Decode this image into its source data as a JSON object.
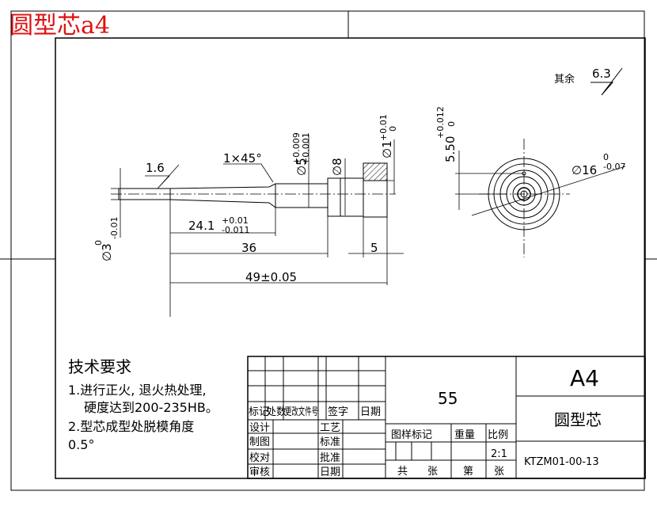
{
  "watermark_title": "圆型芯a4",
  "roughness_default": {
    "label": "其余",
    "value": "6.3"
  },
  "dimensions": {
    "roughness_shaft": "1.6",
    "chamfer": "1×45°",
    "dia_3": "∅3",
    "dia_3_tol_upper": "0",
    "dia_3_tol_lower": "-0.01",
    "dia_5": "∅5",
    "dia_5_tol_upper": "+0.009",
    "dia_5_tol_lower": "+0.001",
    "dia_8": "∅8",
    "dia_1": "∅1",
    "dia_1_tol_upper": "+0.01",
    "dia_1_tol_lower": "0",
    "len_24": "24.1",
    "len_24_tol_upper": "+0.01",
    "len_24_tol_lower": "-0.011",
    "len_36": "36",
    "len_5": "5",
    "len_49": "49±0.05",
    "offset_55": "5.50",
    "offset_55_tol_upper": "+0.012",
    "offset_55_tol_lower": "0",
    "dia_16": "∅16",
    "dia_16_tol_upper": "0",
    "dia_16_tol_lower": "-0.07"
  },
  "tech_requirements": {
    "heading": "技术要求",
    "line1": "1.进行正火, 退火热处理,",
    "line2": "硬度达到200-235HB。",
    "line3": "2.型芯成型处脱模角度",
    "line4": "0.5°"
  },
  "title_block": {
    "headers": [
      "标记",
      "处数",
      "更改文件号",
      "签字",
      "日期"
    ],
    "left_rows": [
      "设计",
      "制图",
      "校对",
      "审核"
    ],
    "mid_rows": [
      "工艺",
      "标准",
      "批准",
      "日期"
    ],
    "material": "55",
    "mark_label": "图样标记",
    "weight_label": "重量",
    "scale_label": "比例",
    "scale_value": "2:1",
    "total_label": "共",
    "sheets_label": "张",
    "sheet_no_label": "第",
    "sheet_no_unit": "张",
    "format": "A4",
    "part_name": "圆型芯",
    "drawing_no": "KTZM01-00-13"
  }
}
